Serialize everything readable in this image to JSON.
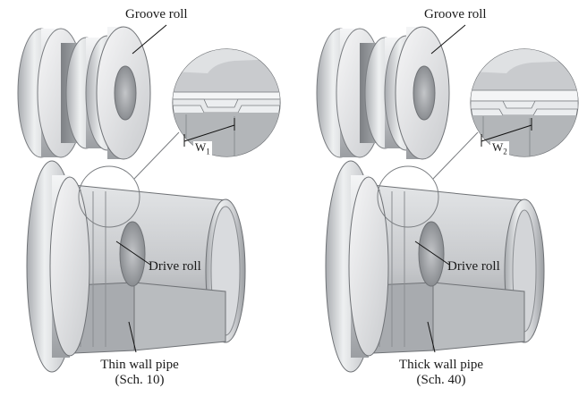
{
  "panels": [
    {
      "groove_roll_label": "Groove roll",
      "drive_roll_label": "Drive roll",
      "pipe_label_line1": "Thin wall pipe",
      "pipe_label_line2": "(Sch. 10)",
      "width_symbol": "W",
      "width_subscript": "1"
    },
    {
      "groove_roll_label": "Groove roll",
      "drive_roll_label": "Drive roll",
      "pipe_label_line1": "Thick wall pipe",
      "pipe_label_line2": "(Sch. 40)",
      "width_symbol": "W",
      "width_subscript": "2"
    }
  ],
  "colors": {
    "metal_light": "#e9eaec",
    "metal_mid": "#bfc1c4",
    "metal_dark": "#8e9094",
    "outline": "#707276",
    "leader": "#111111"
  }
}
